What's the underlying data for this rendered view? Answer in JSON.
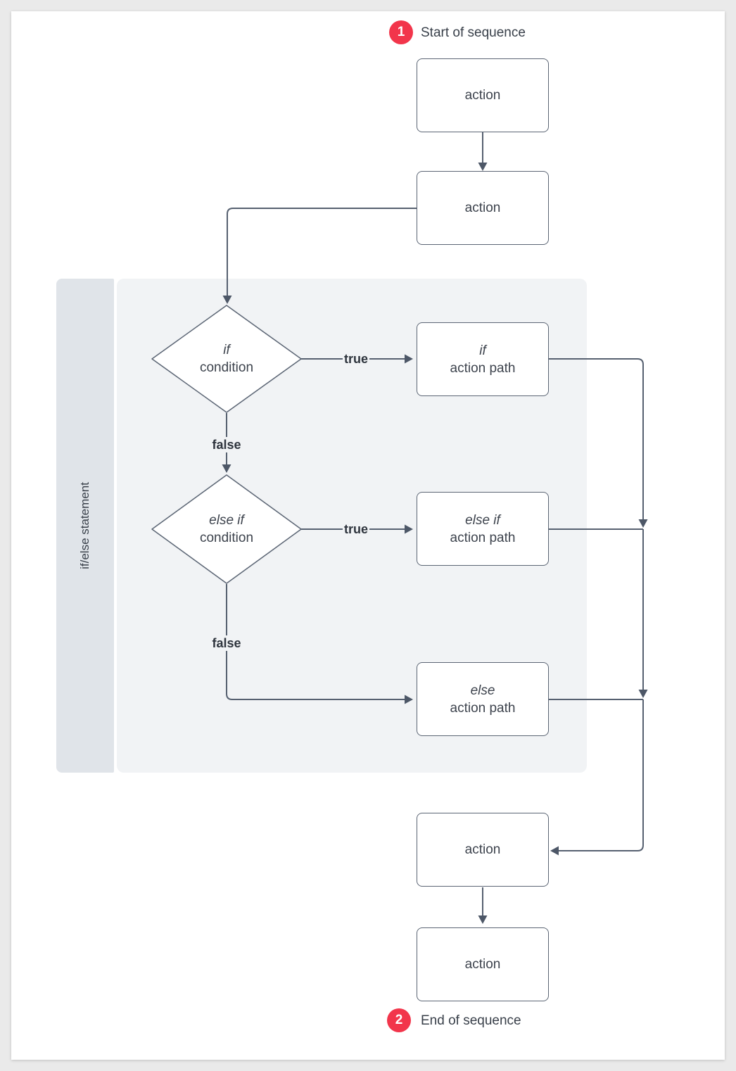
{
  "colors": {
    "page_background": "#eaeaea",
    "card_background": "#ffffff",
    "group_container_fill": "#f1f3f5",
    "group_sidebar_fill": "#e0e4e9",
    "shape_fill": "#ffffff",
    "shape_border": "#5b6574",
    "connector": "#566070",
    "node_text": "#3d434d",
    "edge_label_text": "#2e343d",
    "badge_fill": "#f2354b",
    "badge_text": "#ffffff"
  },
  "annotations": {
    "start": {
      "number": "1",
      "label": "Start of sequence"
    },
    "end": {
      "number": "2",
      "label": "End of sequence"
    }
  },
  "group": {
    "label": "if/else statement"
  },
  "nodes": {
    "action_top": {
      "label": "action"
    },
    "action_second": {
      "label": "action"
    },
    "if_condition": {
      "line1": "if",
      "line2": "condition"
    },
    "if_action_path": {
      "line1": "if",
      "line2": "action path"
    },
    "else_if_condition": {
      "line1": "else if",
      "line2": "condition"
    },
    "else_if_action_path": {
      "line1": "else if",
      "line2": "action path"
    },
    "else_action_path": {
      "line1": "else",
      "line2": "action path"
    },
    "action_merge": {
      "label": "action"
    },
    "action_final": {
      "label": "action"
    }
  },
  "edge_labels": {
    "if_true": "true",
    "if_false": "false",
    "else_if_true": "true",
    "else_if_false": "false"
  }
}
